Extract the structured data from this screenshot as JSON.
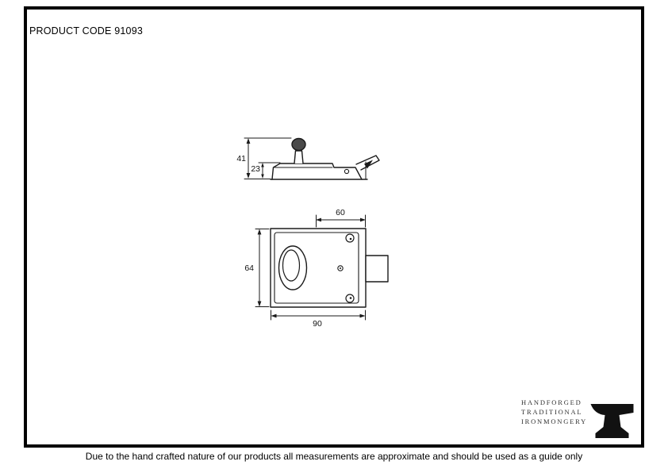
{
  "header": {
    "product_code": "PRODUCT CODE 91093"
  },
  "drawing": {
    "side_view": {
      "dims": {
        "total_height": "41",
        "case_height": "23"
      }
    },
    "front_view": {
      "dims": {
        "top_width": "60",
        "height": "64",
        "width": "90"
      }
    }
  },
  "brand": {
    "line1": "HANDFORGED",
    "line2": "TRADITIONAL",
    "line3": "IRONMONGERY",
    "anvil_icon": "anvil"
  },
  "footer": {
    "disclaimer": "Due to the hand crafted nature of our products all measurements are approximate and should be used as a guide only"
  },
  "colors": {
    "ink": "#1a1a1a",
    "background": "#ffffff"
  }
}
